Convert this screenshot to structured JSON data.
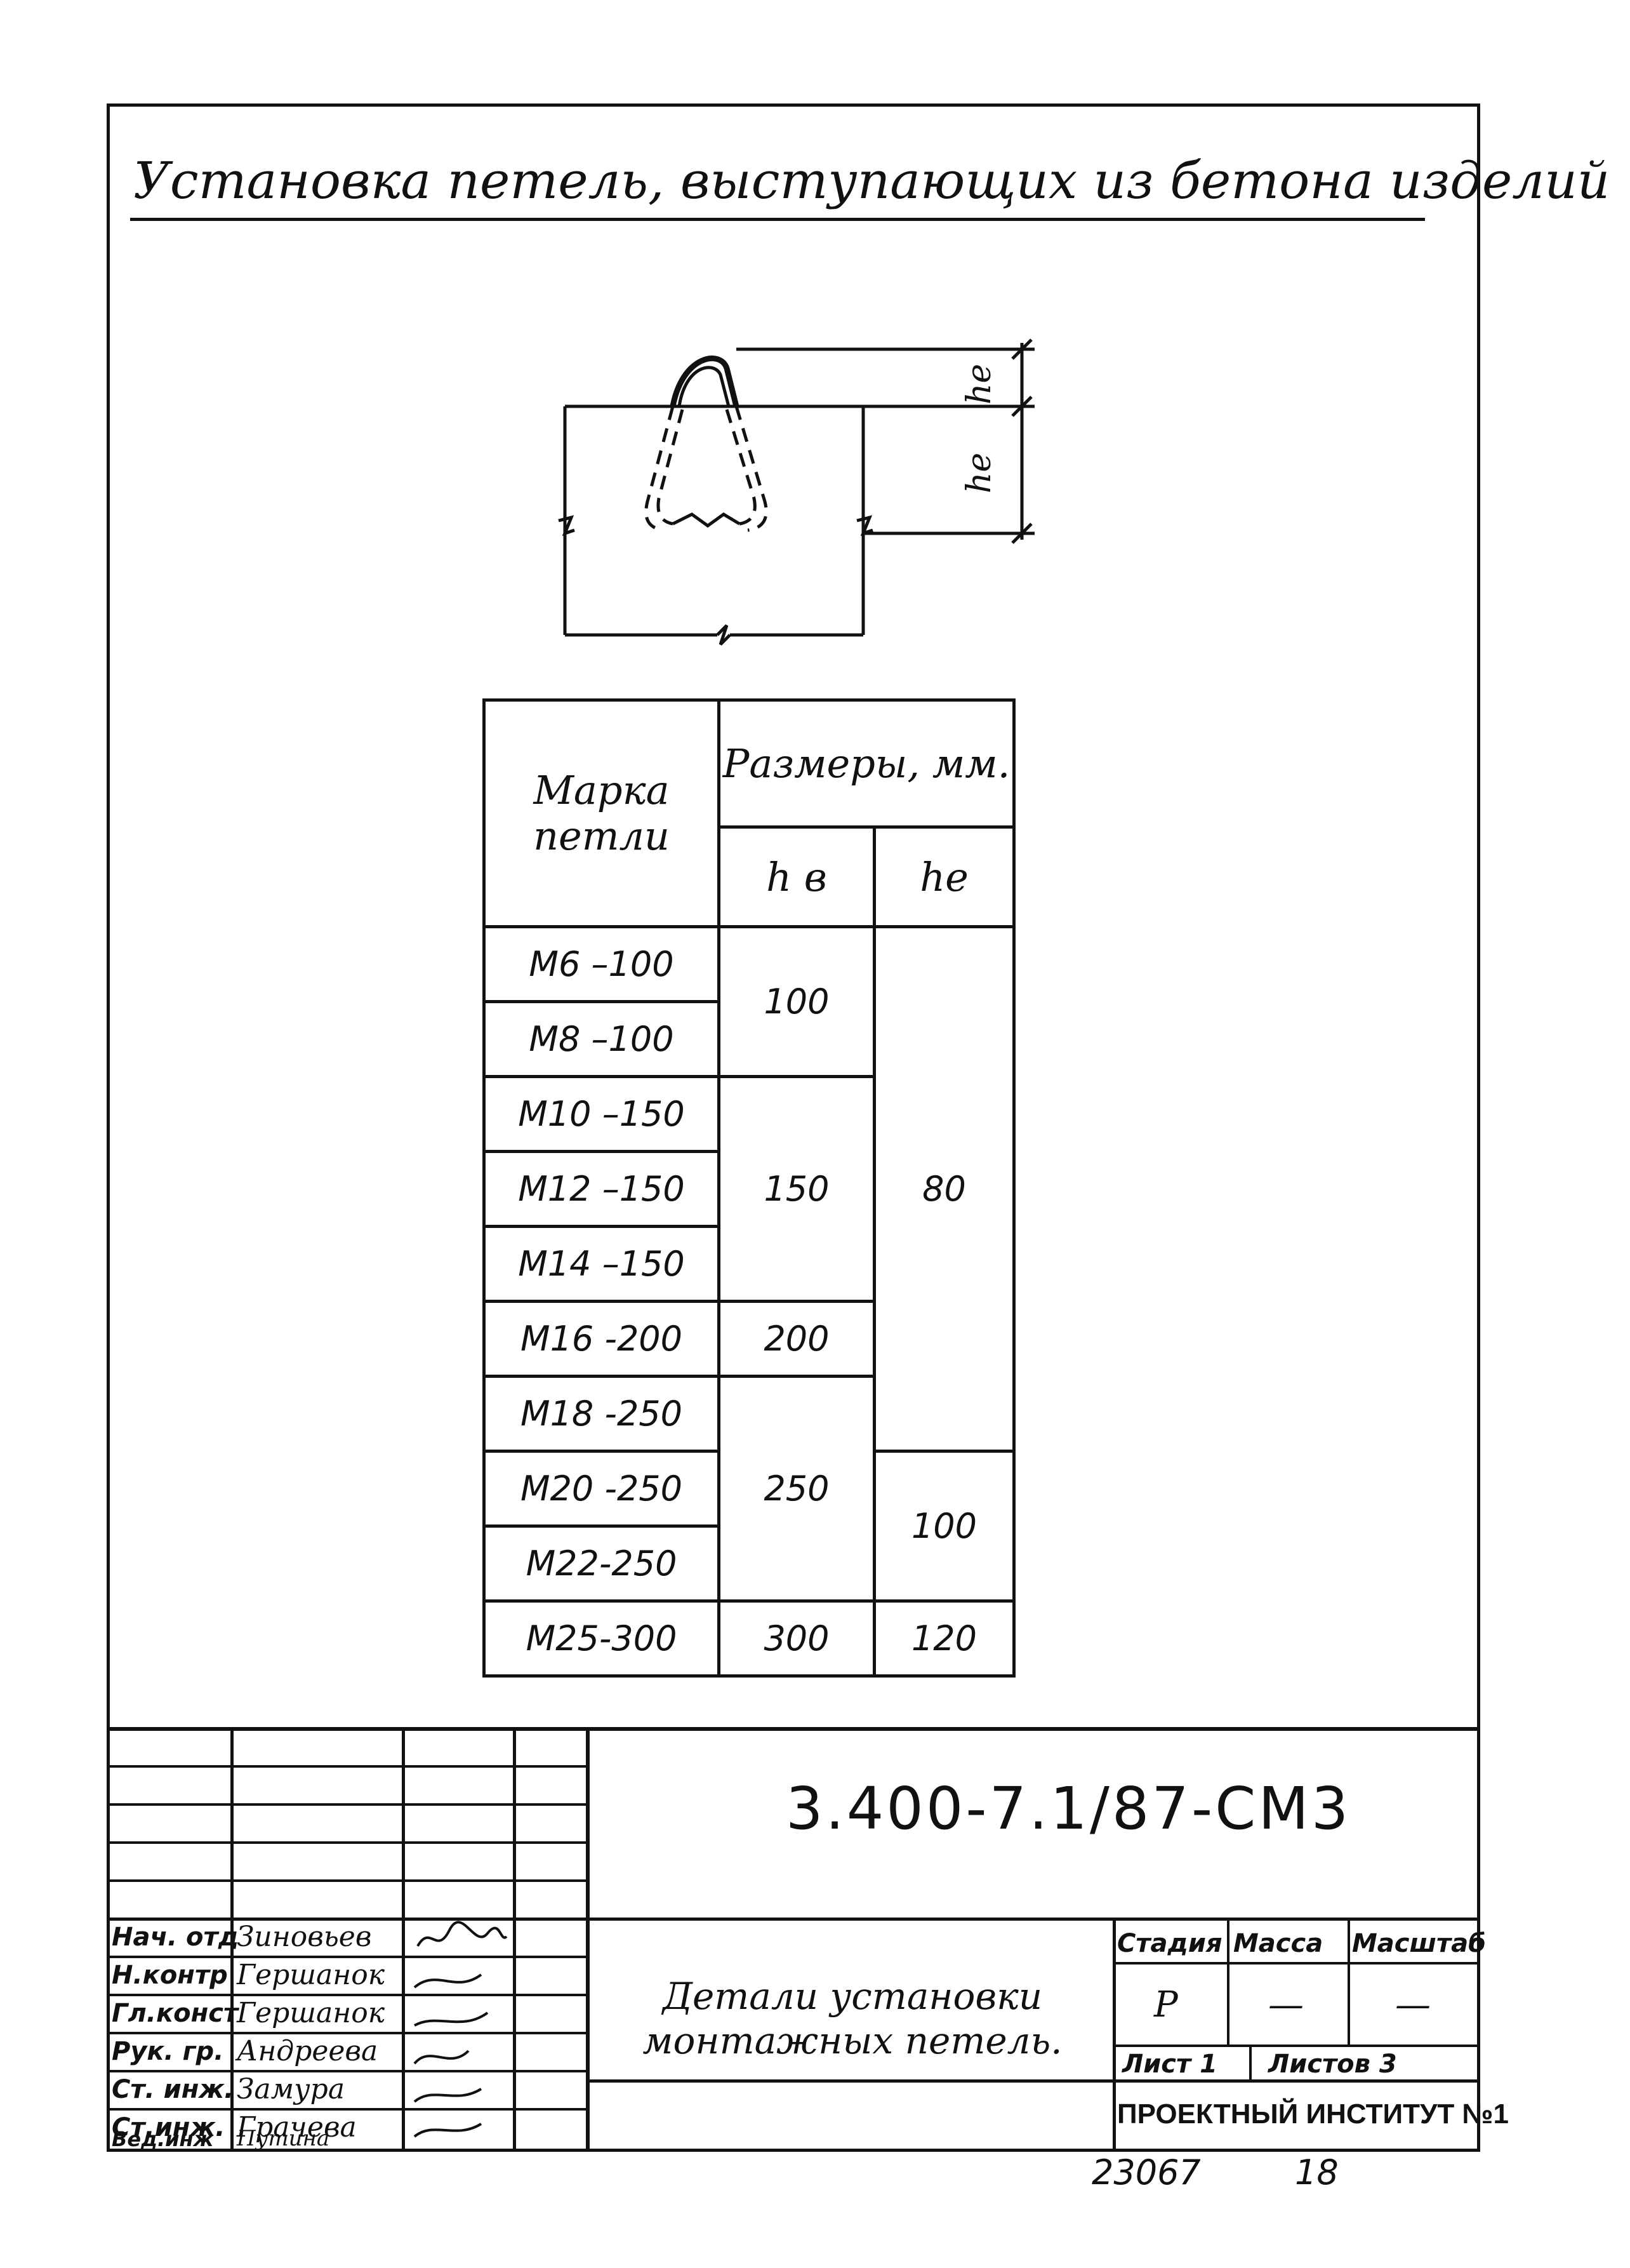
{
  "title": "Установка петель, выступающих из бетона изделий",
  "drawing": {
    "dim_top": "he",
    "dim_side": "he"
  },
  "table": {
    "col_mark": "Марка петли",
    "col_sizes": "Размеры, мм.",
    "col_hb": "h в",
    "col_he": "he",
    "marks": [
      "М6 –100",
      "М8 –100",
      "М10 –150",
      "М12 –150",
      "М14 –150",
      "М16 -200",
      "М18 -250",
      "М20 -250",
      "М22-250",
      "М25-300"
    ],
    "hb_values": [
      "100",
      "150",
      "200",
      "250",
      "300"
    ],
    "he_values": [
      "80",
      "100",
      "120"
    ]
  },
  "stamp": {
    "doc_code": "3.400-7.1/87-СМ3",
    "sheet_title_line1": "Детали установки",
    "sheet_title_line2": "монтажных петель.",
    "stage_label": "Стадия",
    "mass_label": "Масса",
    "scale_label": "Масштаб",
    "stage_value": "Р",
    "mass_value": "—",
    "scale_value": "—",
    "sheet_label": "Лист 1",
    "sheets_label": "Листов 3",
    "institute": "ПРОЕКТНЫЙ ИНСТИТУТ №1",
    "roles": [
      "Нач. отд",
      "Н.контр",
      "Гл.конст",
      "Рук. гр.",
      "Ст. инж.",
      "Ст.инж.",
      "Вед.инж"
    ],
    "people": [
      "Зиновьев",
      "Гершанок",
      "Гершанок",
      "Андреева",
      "Замура",
      "Грачева",
      "Путина"
    ]
  },
  "footer": {
    "number": "23067",
    "page": "18"
  }
}
